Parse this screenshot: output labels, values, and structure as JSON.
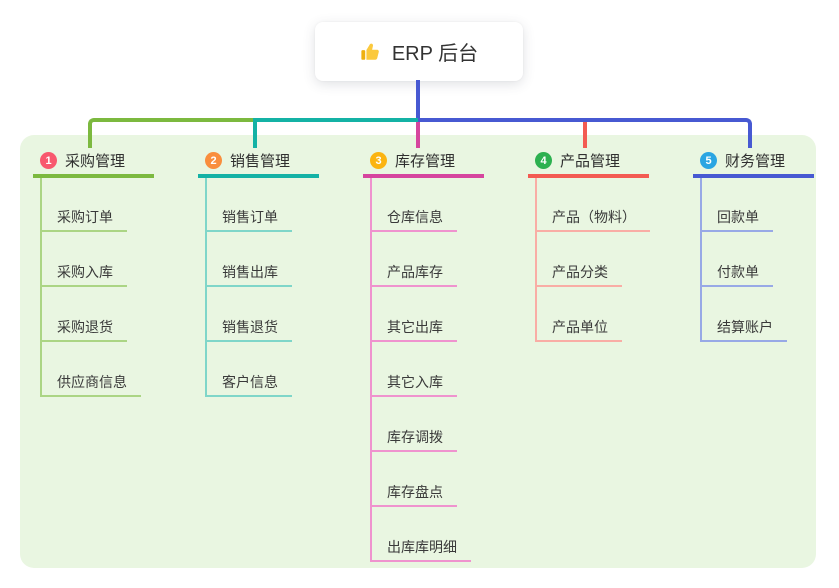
{
  "root": {
    "label": "ERP 后台",
    "icon": "thumbs-up-icon"
  },
  "colors": {
    "panel_background": "#e9f6e1",
    "root_stem": "#4759d2",
    "text_dark": "#2f2f2f",
    "text_child": "#3a3a3a"
  },
  "branches": [
    {
      "badge": "1",
      "label": "采购管理",
      "badge_color": "#f8596e",
      "line_color": "#7cb93f",
      "child_line_color": "#abd584",
      "children": [
        "采购订单",
        "采购入库",
        "采购退货",
        "供应商信息"
      ]
    },
    {
      "badge": "2",
      "label": "销售管理",
      "badge_color": "#f98e3d",
      "line_color": "#14b2a5",
      "child_line_color": "#7fd6c9",
      "children": [
        "销售订单",
        "销售出库",
        "销售退货",
        "客户信息"
      ]
    },
    {
      "badge": "3",
      "label": "库存管理",
      "badge_color": "#fbb411",
      "line_color": "#d6459e",
      "child_line_color": "#ef93ce",
      "children": [
        "仓库信息",
        "产品库存",
        "其它出库",
        "其它入库",
        "库存调拨",
        "库存盘点",
        "出库库明细"
      ]
    },
    {
      "badge": "4",
      "label": "产品管理",
      "badge_color": "#2db150",
      "line_color": "#f35b52",
      "child_line_color": "#f9ada5",
      "children": [
        "产品（物料）",
        "产品分类",
        "产品单位"
      ]
    },
    {
      "badge": "5",
      "label": "财务管理",
      "badge_color": "#2aa5e2",
      "line_color": "#4759d2",
      "child_line_color": "#98a9e6",
      "children": [
        "回款单",
        "付款单",
        "结算账户"
      ]
    }
  ]
}
